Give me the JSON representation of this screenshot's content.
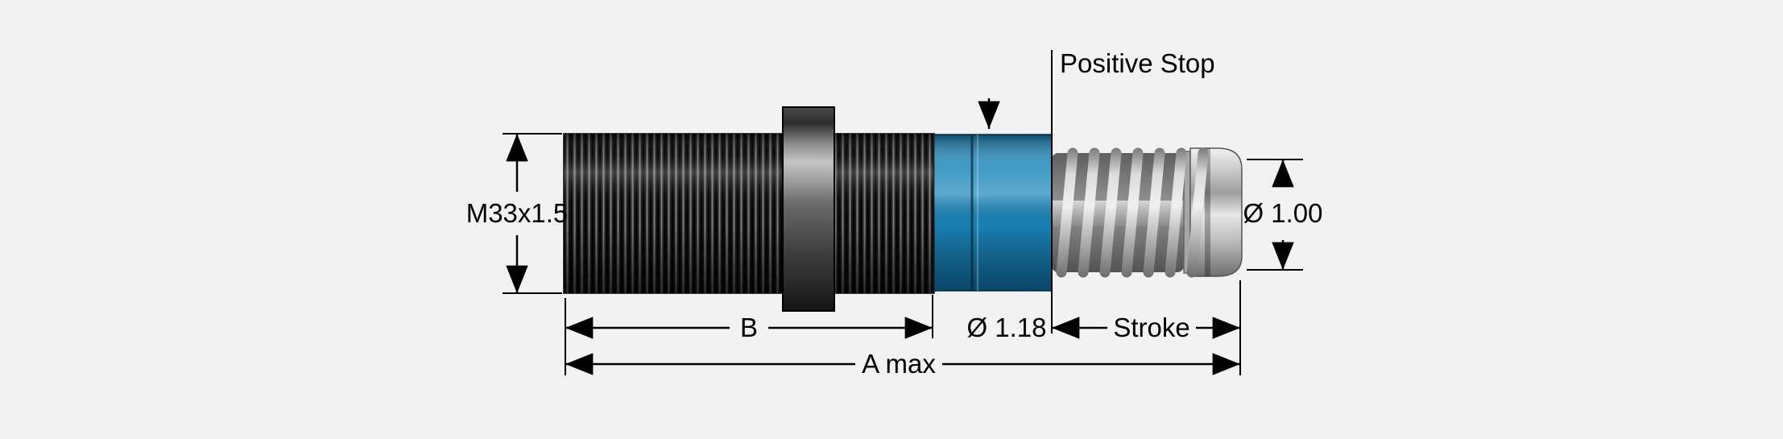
{
  "drawing": {
    "labels": {
      "positive_stop": "Positive Stop",
      "thread_size": "M33x1.5",
      "body_length": "B",
      "overall_length": "A max",
      "body_diameter": "Ø 1.18",
      "stroke": "Stroke",
      "rod_diameter": "Ø 1.00"
    },
    "colors": {
      "background": "#f2f2f2",
      "body_black": "#1b1b1b",
      "accent_blue": "#1a86ba",
      "metal_gray": "#c9c9c9",
      "line_black": "#000000"
    }
  }
}
